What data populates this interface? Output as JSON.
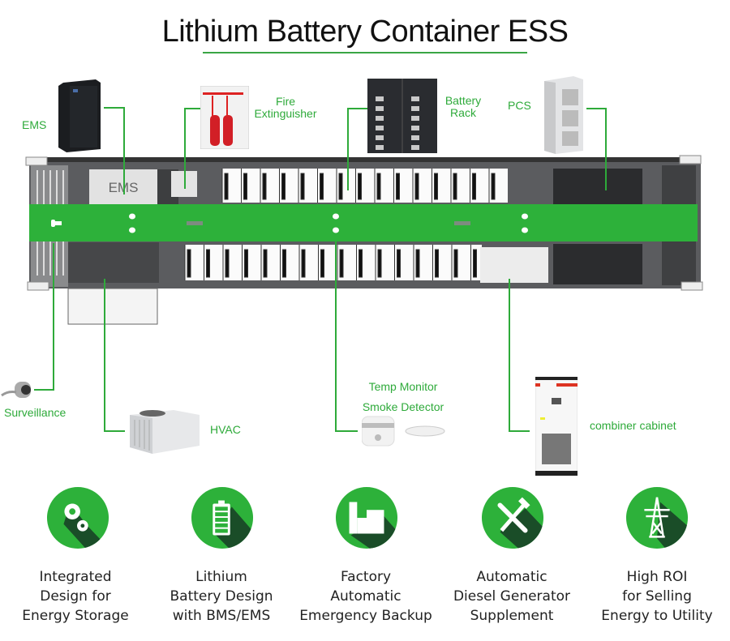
{
  "title": "Lithium Battery Container ESS",
  "colors": {
    "accent": "#2eaa3a",
    "band": "#2db13a",
    "dark_shadow": "#1a4d28",
    "text": "#222222"
  },
  "container": {
    "ems_box_label": "EMS"
  },
  "components": {
    "ems": "EMS",
    "fire_line1": "Fire",
    "fire_line2": "Extinguisher",
    "battery_line1": "Battery",
    "battery_line2": "Rack",
    "pcs": "PCS",
    "surveillance": "Surveillance",
    "hvac": "HVAC",
    "temp_monitor": "Temp Monitor",
    "smoke_detector": "Smoke Detector",
    "combiner": "combiner cabinet"
  },
  "features": [
    {
      "icon": "gears-icon",
      "lines": [
        "Integrated",
        "Design for",
        "Energy Storage"
      ]
    },
    {
      "icon": "battery-icon",
      "lines": [
        "Lithium",
        "Battery Design",
        "with BMS/EMS"
      ]
    },
    {
      "icon": "factory-icon",
      "lines": [
        "Factory",
        "Automatic",
        "Emergency Backup"
      ]
    },
    {
      "icon": "tools-icon",
      "lines": [
        "Automatic",
        "Diesel Generator",
        "Supplement"
      ]
    },
    {
      "icon": "power-tower-icon",
      "lines": [
        "High ROI",
        "for Selling",
        "Energy to Utility"
      ]
    }
  ]
}
